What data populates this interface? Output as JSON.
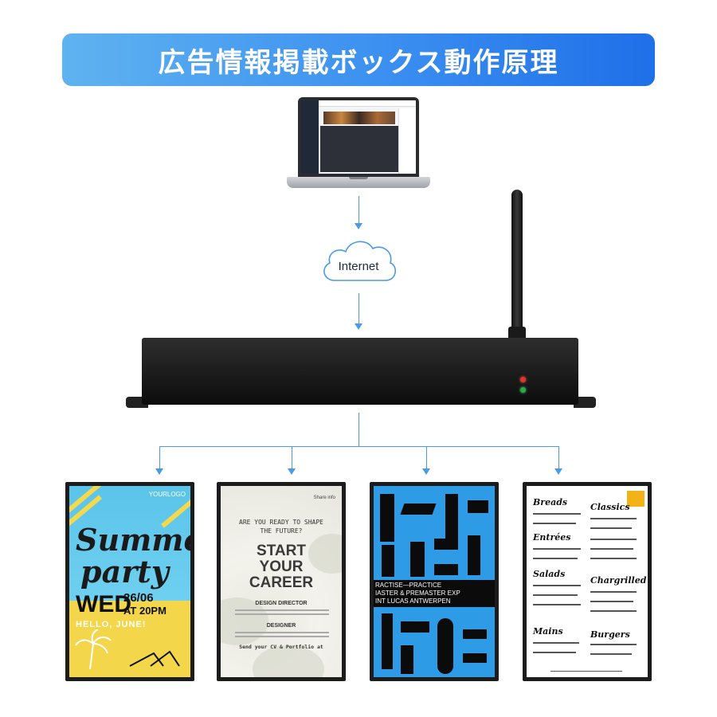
{
  "title": "広告情報掲載ボックス動作原理",
  "cloud": {
    "label": "Internet"
  },
  "posters": {
    "summer": {
      "logo": "YOURLOGO",
      "line1": "Summer",
      "line2": "party",
      "day": "WED",
      "date": "26/06",
      "time": "AT 20PM",
      "greeting": "HELLO, JUNE!"
    },
    "career": {
      "share": "Share info",
      "question": "ARE YOU READY TO SHAPE THE FUTURE?",
      "headline": "START YOUR CAREER",
      "role1": "DESIGN DIRECTOR",
      "role2": "DESIGNER",
      "send": "Send your CV & Portfolio at"
    },
    "practise": {
      "line1": "RACTISE—PRACTICE",
      "line2": "IASTER & PREMASTER EXP",
      "line3": "INT LUCAS ANTWERPEN"
    },
    "menu": {
      "h1": "Breads",
      "h2": "Classics",
      "h3": "Entrées",
      "h4": "Salads",
      "h5": "Chargrilled",
      "h6": "Mains",
      "h7": "Burgers"
    }
  },
  "colors": {
    "banner_start": "#5fb3f0",
    "banner_end": "#1f6fe8",
    "connector": "#4a9ae6",
    "device": "#111111",
    "led_red": "#e0342c",
    "led_green": "#2aa84a"
  }
}
